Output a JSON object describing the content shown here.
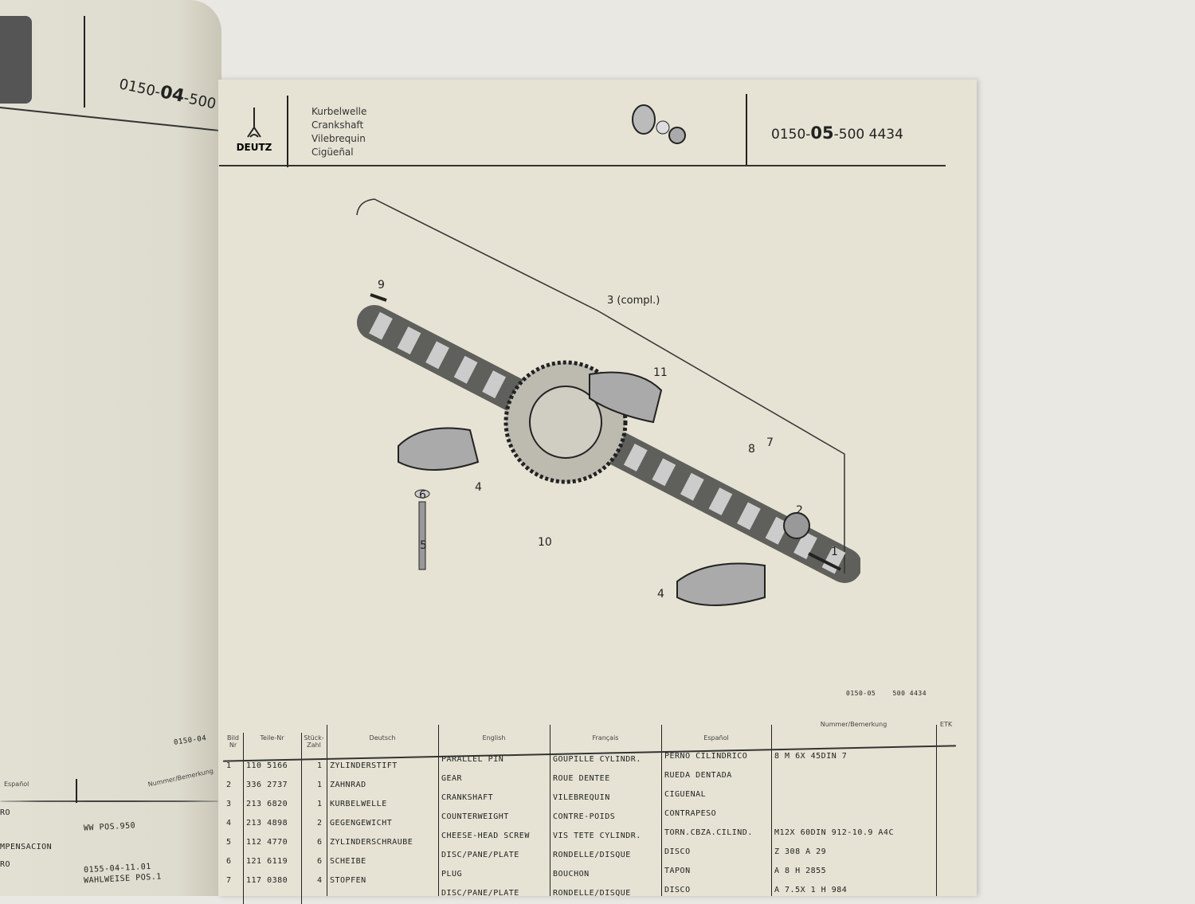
{
  "left_page": {
    "code_prefix": "0150-",
    "code_bold": "04",
    "code_suffix": "-500",
    "footer_ref": "0150-04",
    "col_espanol": "Español",
    "col_nummer": "Nummer/Bemerkung",
    "rows_es": [
      "RO",
      "MPENSACION",
      "RO"
    ],
    "notes": [
      "WW POS.950",
      "0155-04-11.01",
      "WAHLWEISE POS.1"
    ]
  },
  "header": {
    "logo": "DEUTZ",
    "titles": [
      "Kurbelwelle",
      "Crankshaft",
      "Vilebrequin",
      "Cigüeñal"
    ],
    "code_prefix": "0150-",
    "code_bold": "05",
    "code_suffix": "-500 4434"
  },
  "diagram": {
    "callouts": [
      "9",
      "3 (compl.)",
      "11",
      "8",
      "7",
      "6",
      "2",
      "5",
      "10",
      "1",
      "4",
      "4"
    ],
    "ref": "0150-05    500 4434"
  },
  "table": {
    "headers": [
      "Bild Nr",
      "Teile-Nr",
      "Stück-Zahl",
      "Deutsch",
      "English",
      "Français",
      "Español",
      "Nummer/Bemerkung",
      "ETK"
    ],
    "rows": [
      [
        "1",
        "110 5166",
        "1",
        "ZYLINDERSTIFT",
        "PARALLEL PIN",
        "GOUPILLE CYLINDR.",
        "PERNO CILINDRICO",
        "8 M 6X 45DIN 7"
      ],
      [
        "2",
        "336 2737",
        "1",
        "ZAHNRAD",
        "GEAR",
        "ROUE DENTEE",
        "RUEDA DENTADA",
        ""
      ],
      [
        "3",
        "213 6820",
        "1",
        "KURBELWELLE",
        "CRANKSHAFT",
        "VILEBREQUIN",
        "CIGUENAL",
        ""
      ],
      [
        "4",
        "213 4898",
        "2",
        "GEGENGEWICHT",
        "COUNTERWEIGHT",
        "CONTRE-POIDS",
        "CONTRAPESO",
        ""
      ],
      [
        "5",
        "112 4770",
        "6",
        "ZYLINDERSCHRAUBE",
        "CHEESE-HEAD SCREW",
        "VIS TETE CYLINDR.",
        "TORN.CBZA.CILIND.",
        "M12X 60DIN 912-10.9 A4C"
      ],
      [
        "6",
        "121 6119",
        "6",
        "SCHEIBE",
        "DISC/PANE/PLATE",
        "RONDELLE/DISQUE",
        "DISCO",
        "Z 308 A 29"
      ],
      [
        "7",
        "117 0380",
        "4",
        "STOPFEN",
        "PLUG",
        "BOUCHON",
        "TAPON",
        "A 8 H 2855"
      ],
      [
        "",
        "",
        "",
        "",
        "DISC/PANE/PLATE",
        "RONDELLE/DISQUE",
        "DISCO",
        "A 7.5X 1 H 984"
      ]
    ]
  }
}
